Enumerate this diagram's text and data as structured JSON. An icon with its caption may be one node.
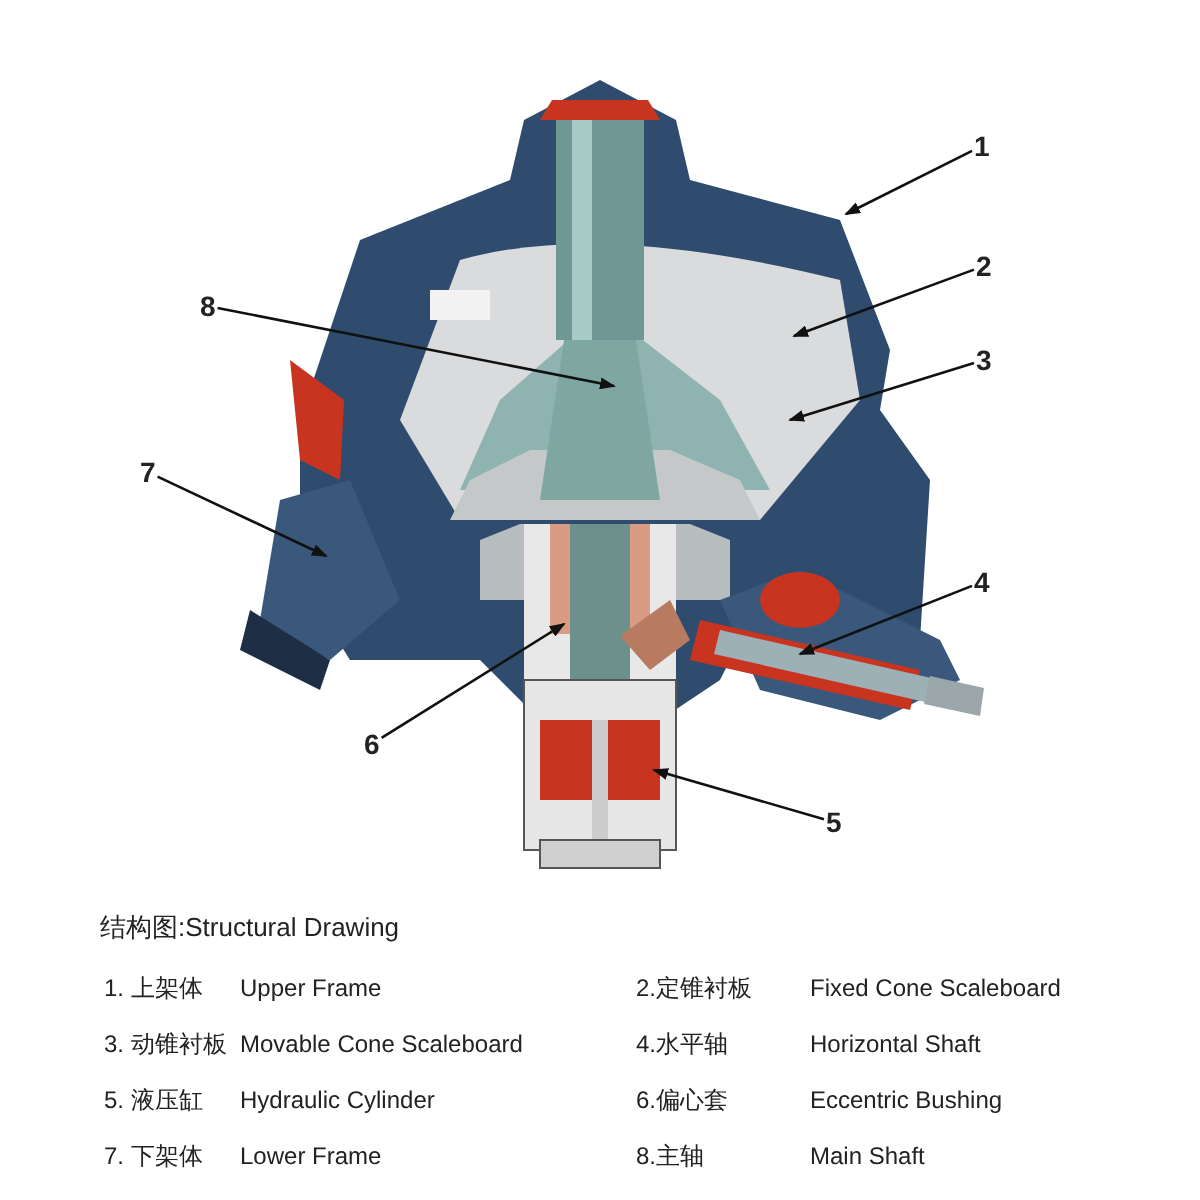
{
  "diagram": {
    "nodes": [
      {
        "text": [
          "1"
        ]
      },
      {
        "text": [
          "2"
        ]
      },
      {
        "text": [
          "3"
        ]
      },
      {
        "text": [
          "4"
        ]
      },
      {
        "text": [
          "5"
        ]
      },
      {
        "text": [
          "6"
        ]
      },
      {
        "text": [
          "7"
        ]
      },
      {
        "text": [
          "8"
        ]
      }
    ],
    "edges": [
      {
        "from": 0,
        "to": null,
        "arrow": "to"
      },
      {
        "from": 1,
        "to": null,
        "arrow": "to"
      },
      {
        "from": 2,
        "to": null,
        "arrow": "to"
      },
      {
        "from": 3,
        "to": null,
        "arrow": "to"
      },
      {
        "from": 4,
        "to": null,
        "arrow": "to"
      },
      {
        "from": 5,
        "to": null,
        "arrow": "to"
      },
      {
        "from": 6,
        "to": null,
        "arrow": "to"
      },
      {
        "from": 7,
        "to": null,
        "arrow": "to"
      }
    ],
    "labels": [
      "结构图:Structural Drawing",
      "1. 上架体",
      "Upper Frame",
      "2.定锥衬板",
      "Fixed Cone Scaleboard",
      "3. 动锥衬板",
      "Movable Cone Scaleboard",
      "4.水平轴",
      "Horizontal Shaft",
      "5. 液压缸",
      "Hydraulic Cylinder",
      "6.偏心套",
      "Eccentric Bushing",
      "7. 下架体",
      "Lower Frame",
      "8.主轴",
      "Main Shaft"
    ]
  }
}
